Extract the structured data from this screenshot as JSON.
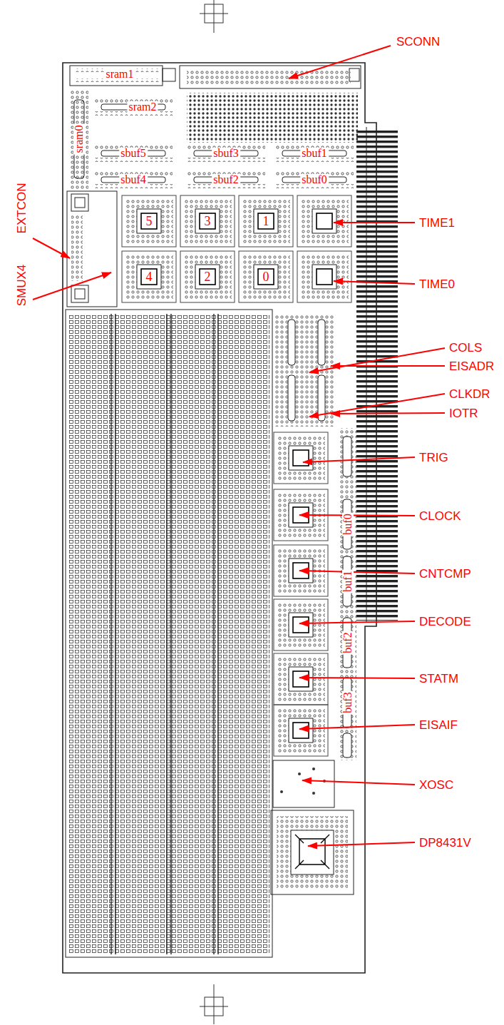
{
  "diagram": {
    "labels": [
      "SCONN",
      "sram1",
      "sram2",
      "sram0",
      "sbuf5",
      "sbuf3",
      "sbuf1",
      "sbuf4",
      "sbuf2",
      "sbuf0",
      "5",
      "3",
      "1",
      "TIME1",
      "EXTCON",
      "SMUX4",
      "4",
      "2",
      "0",
      "TIME0",
      "COLS",
      "EISADR",
      "CLKDR",
      "IOTR",
      "TRIG",
      "buf0",
      "CLOCK",
      "buf1",
      "CNTCMP",
      "DECODE",
      "buf2",
      "STATM",
      "buf3",
      "EISAIF",
      "XOSC",
      "DP8431V"
    ]
  }
}
